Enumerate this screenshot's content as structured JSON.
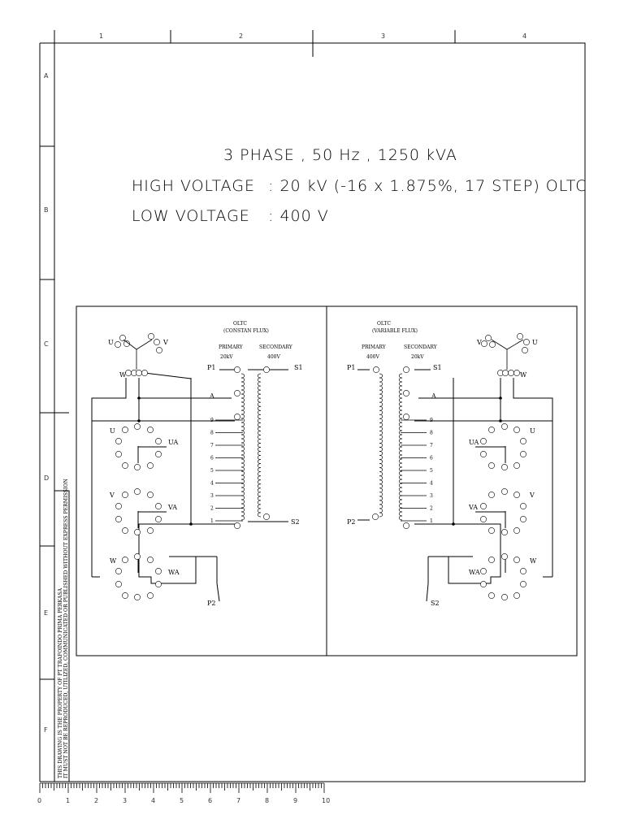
{
  "title_block": {
    "line1": "3 PHASE , 50 Hz , 1250 kVA",
    "hv_label": "HIGH VOLTAGE",
    "hv_value": ": 20 kV (-16 x 1.875%, 17 STEP) OLTC",
    "lv_label": "LOW VOLTAGE",
    "lv_value": ":  400 V"
  },
  "border": {
    "columns": [
      "1",
      "2",
      "3",
      "4"
    ],
    "rows": [
      "A",
      "B",
      "C",
      "D",
      "E",
      "F"
    ],
    "scale": [
      "0",
      "1",
      "2",
      "3",
      "4",
      "5",
      "6",
      "7",
      "8",
      "9",
      "10"
    ]
  },
  "notice": {
    "line1": "THIS DRAWING IS THE PROPERTY OF PT TRAFOINDO PRIMA PERKASA",
    "line2": "IT MUST NOT BE REPRODUCED, UTILIZED, COMMUNICATED OR PUBLISHED WITHOUT EXPRESS PERMISSION"
  },
  "left_diagram": {
    "oltc_title": "OLTC",
    "oltc_subtitle": "(CONSTAN FLUX)",
    "primary_label": "PRIMARY",
    "primary_voltage": "20kV",
    "secondary_label": "SECONDARY",
    "secondary_voltage": "400V",
    "p1": "P1",
    "p2": "P2",
    "s1": "S1",
    "s2": "S2",
    "a_label": "A",
    "taps": [
      "9",
      "8",
      "7",
      "6",
      "5",
      "4",
      "3",
      "2",
      "1"
    ],
    "phases": [
      "U",
      "V",
      "W"
    ],
    "phase_outputs": [
      "UA",
      "VA",
      "WA"
    ]
  },
  "right_diagram": {
    "oltc_title": "OLTC",
    "oltc_subtitle": "(VARIABLE FLUX)",
    "primary_label": "PRIMARY",
    "primary_voltage": "400V",
    "secondary_label": "SECONDARY",
    "secondary_voltage": "20kV",
    "p1": "P1",
    "p2": "P2",
    "s1": "S1",
    "s2": "S2",
    "a_label": "A",
    "taps": [
      "9",
      "8",
      "7",
      "6",
      "5",
      "4",
      "3",
      "2",
      "1"
    ],
    "phases": [
      "U",
      "V",
      "W"
    ],
    "phase_outputs": [
      "UA",
      "VA",
      "WA"
    ]
  }
}
